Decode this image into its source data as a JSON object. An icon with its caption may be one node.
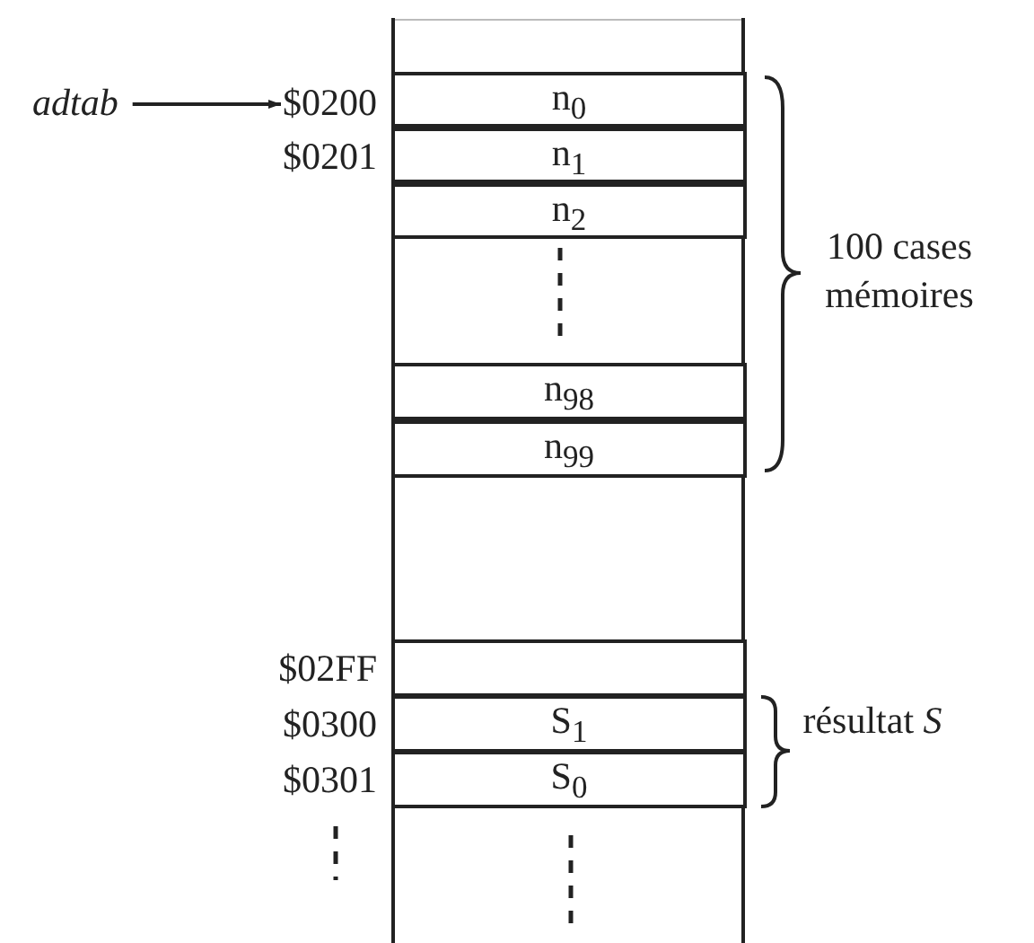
{
  "diagram": {
    "nodes": [
      {
        "text": [
          "adtab"
        ]
      },
      {
        "text": [
          "$0200"
        ]
      },
      {
        "text": [
          "n$_{0}$"
        ]
      },
      {
        "text": [
          "n$_{1}$"
        ]
      },
      {
        "text": [
          "n$_{2}$"
        ]
      },
      {
        "text": [
          "n$_{98}$"
        ]
      },
      {
        "text": [
          "n$_{99}$"
        ]
      },
      {
        "text": [],
        "shape": "box"
      },
      {
        "text": [
          "S$_{1}$"
        ]
      },
      {
        "text": [
          "S$_{0}$"
        ]
      }
    ],
    "edges": [
      {
        "from": 0,
        "to": 1,
        "arrow": "to"
      }
    ],
    "labels": [
      "$0201",
      "100 cases mémoires",
      "$02FF",
      "$0300",
      "résultat *S*",
      "$0301"
    ]
  }
}
